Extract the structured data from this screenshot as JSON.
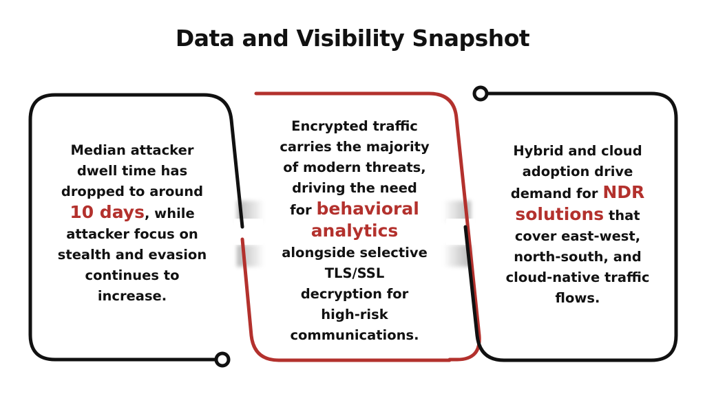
{
  "title": "Data and Visibility Snapshot",
  "colors": {
    "ink": "#111111",
    "accent": "#b3312d",
    "background": "#ffffff"
  },
  "panels": [
    {
      "lines": [
        [
          {
            "t": "Median attacker"
          }
        ],
        [
          {
            "t": "dwell time has"
          }
        ],
        [
          {
            "t": "dropped to around"
          }
        ],
        [
          {
            "t": "10 days",
            "hl": true
          },
          {
            "t": ", while"
          }
        ],
        [
          {
            "t": "attacker focus on"
          }
        ],
        [
          {
            "t": "stealth and evasion"
          }
        ],
        [
          {
            "t": "continues to"
          }
        ],
        [
          {
            "t": "increase."
          }
        ]
      ]
    },
    {
      "lines": [
        [
          {
            "t": "Encrypted traffic"
          }
        ],
        [
          {
            "t": "carries the majority"
          }
        ],
        [
          {
            "t": "of modern threats,"
          }
        ],
        [
          {
            "t": "driving the need"
          }
        ],
        [
          {
            "t": "for "
          },
          {
            "t": "behavioral",
            "hl": true
          }
        ],
        [
          {
            "t": "analytics",
            "hl": true
          }
        ],
        [
          {
            "t": "alongside selective"
          }
        ],
        [
          {
            "t": "TLS/SSL"
          }
        ],
        [
          {
            "t": "decryption for"
          }
        ],
        [
          {
            "t": "high-risk"
          }
        ],
        [
          {
            "t": "communications."
          }
        ]
      ]
    },
    {
      "lines": [
        [
          {
            "t": "Hybrid and cloud"
          }
        ],
        [
          {
            "t": "adoption drive"
          }
        ],
        [
          {
            "t": "demand for "
          },
          {
            "t": "NDR",
            "hl": true
          }
        ],
        [
          {
            "t": "solutions",
            "hl": true
          },
          {
            "t": " that"
          }
        ],
        [
          {
            "t": "cover east-west,"
          }
        ],
        [
          {
            "t": "north-south, and"
          }
        ],
        [
          {
            "t": "cloud-native traffic"
          }
        ],
        [
          {
            "t": "flows."
          }
        ]
      ]
    }
  ]
}
